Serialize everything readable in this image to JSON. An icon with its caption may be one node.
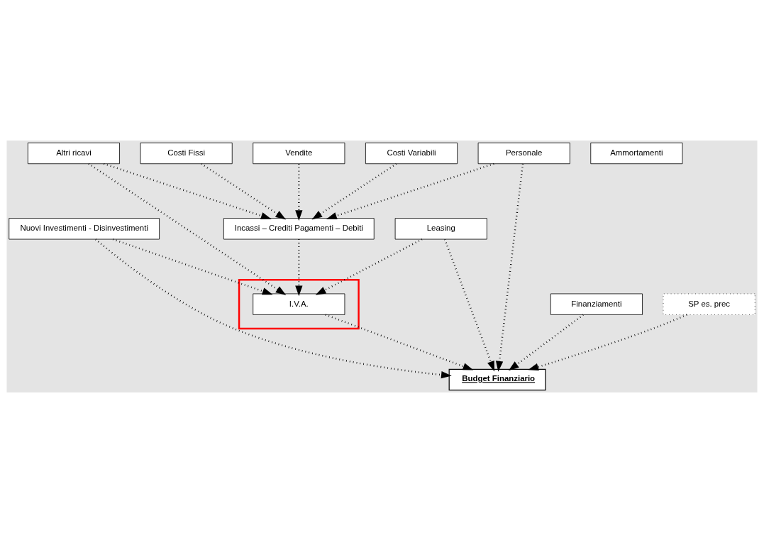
{
  "diagram": {
    "nodes": [
      {
        "text": [
          "Vendite"
        ]
      },
      {
        "text": [
          "Altri ricavi"
        ]
      },
      {
        "text": [
          "Costi Variabili"
        ]
      },
      {
        "text": [
          "Costi Fissi"
        ]
      },
      {
        "text": [
          "Incassi – Crediti Pagamenti – Debiti"
        ]
      },
      {
        "text": [],
        "shape": "box"
      },
      {
        "text": [
          "I.V.A."
        ],
        "in": 5
      },
      {
        "text": [
          "Ammortamenti"
        ]
      },
      {
        "text": [
          "Nuovi Investimenti - Disinvestimenti"
        ]
      },
      {
        "text": [
          "Leasing"
        ]
      },
      {
        "text": [
          "Personale"
        ]
      },
      {
        "text": [
          "Finanziamenti"
        ]
      },
      {
        "text": [
          "Budget Finanziario"
        ]
      },
      {
        "text": [
          "SP es. prec"
        ]
      }
    ],
    "edges": [
      {
        "from": 0,
        "to": 4,
        "arrow": "to"
      },
      {
        "from": 2,
        "to": 4,
        "arrow": "to"
      },
      {
        "from": 3,
        "to": 4,
        "arrow": "to"
      },
      {
        "from": 1,
        "to": 4,
        "arrow": "to"
      },
      {
        "from": 10,
        "to": 4,
        "arrow": "to"
      },
      {
        "from": 1,
        "to": 6,
        "arrow": "to"
      },
      {
        "from": 4,
        "to": 6,
        "arrow": "to"
      },
      {
        "from": 8,
        "to": 6,
        "arrow": "to"
      },
      {
        "from": 9,
        "to": 6,
        "arrow": "to"
      },
      {
        "from": 6,
        "to": 12,
        "arrow": "to"
      },
      {
        "from": 8,
        "to": 12,
        "arrow": "to"
      },
      {
        "from": 9,
        "to": 12,
        "arrow": "to"
      },
      {
        "from": 10,
        "to": 12,
        "arrow": "to"
      },
      {
        "from": 11,
        "to": 12,
        "arrow": "to"
      },
      {
        "from": 13,
        "to": 12,
        "arrow": "to"
      }
    ]
  }
}
